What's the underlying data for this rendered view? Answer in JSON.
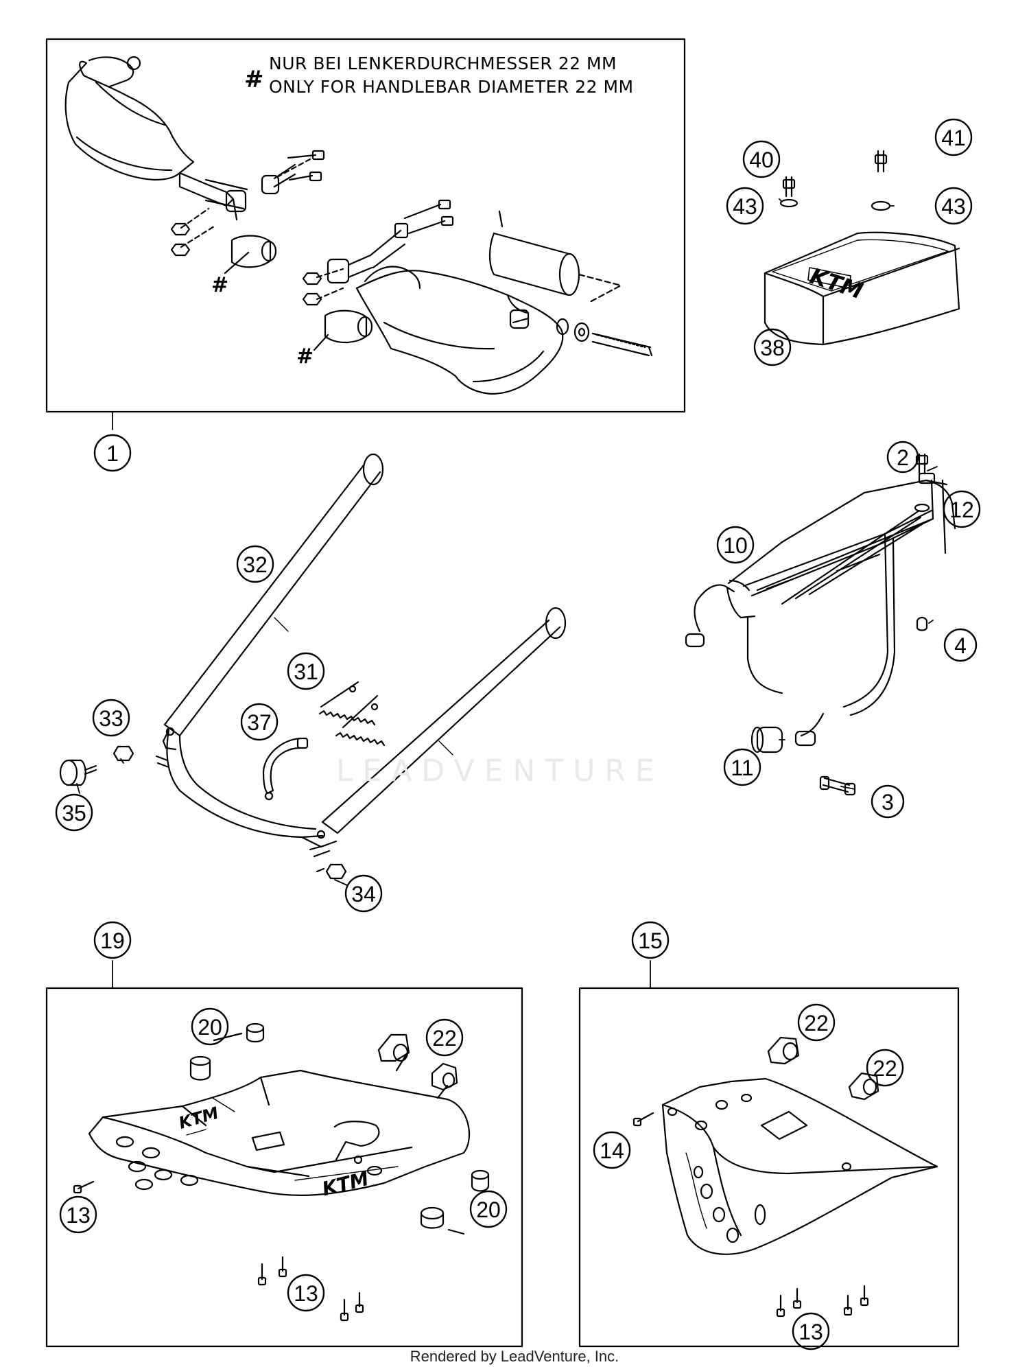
{
  "note": {
    "symbol": "#",
    "line_de": "NUR BEI LENKERDURCHMESSER 22 MM",
    "line_en": "ONLY FOR HANDLEBAR DIAMETER 22 MM"
  },
  "marker_symbol": "#",
  "brand_text": "KTM",
  "watermark": "LEADVENTURE",
  "footer": "Rendered by LeadVenture, Inc.",
  "callouts": [
    "1",
    "2",
    "3",
    "4",
    "10",
    "11",
    "12",
    "13",
    "14",
    "15",
    "19",
    "20",
    "22",
    "31",
    "32",
    "33",
    "34",
    "35",
    "37",
    "38",
    "40",
    "41",
    "43"
  ],
  "colors": {
    "line": "#000000",
    "background": "#ffffff",
    "watermark": "#e9e9e9"
  }
}
